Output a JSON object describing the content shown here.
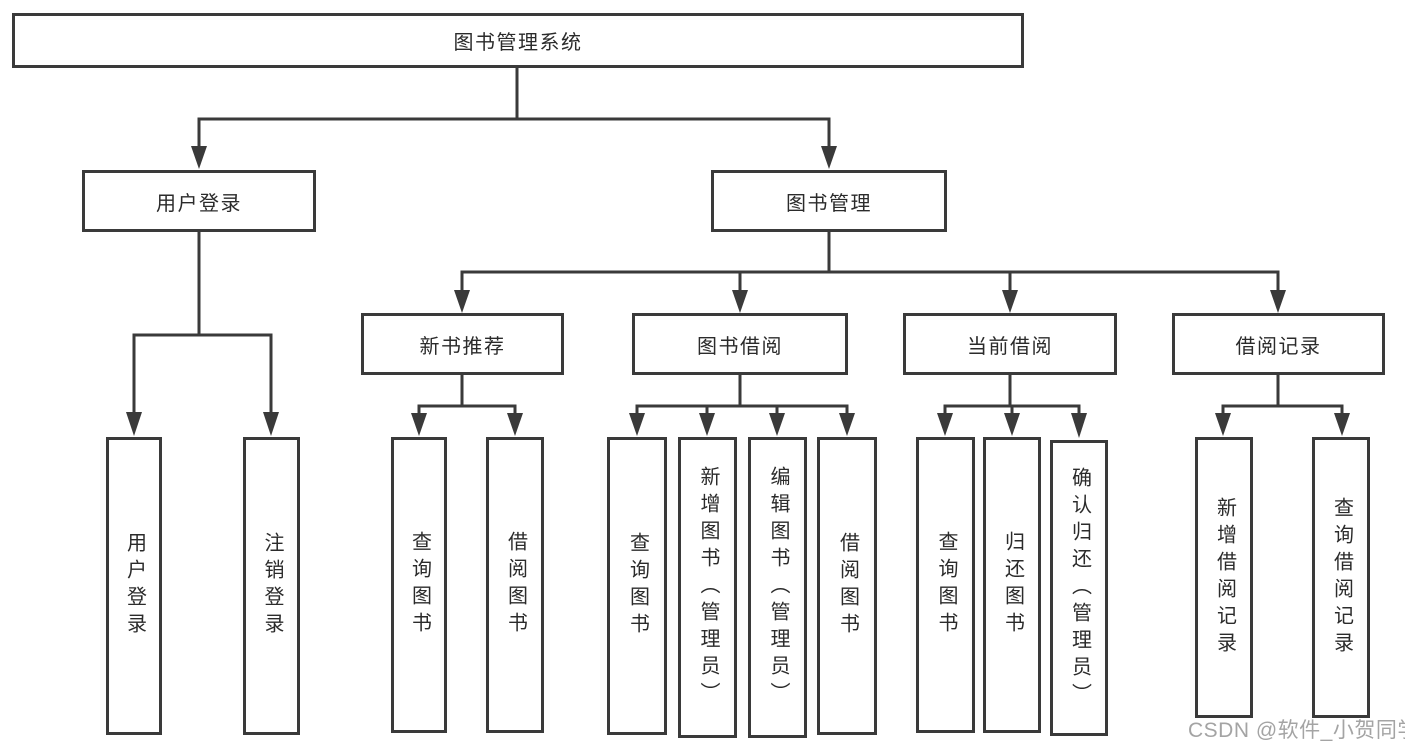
{
  "colors": {
    "line": "#3a3a3a",
    "box_border": "#3a3a3a",
    "text": "#2b2b2b",
    "watermark": "#a4a4a4",
    "background": "#ffffff"
  },
  "watermark": {
    "text": "CSDN @软件_小贺同学"
  },
  "hierarchy": {
    "label": "图书管理系统",
    "children": [
      {
        "label": "用户登录",
        "children": [
          {
            "label": "用户登录"
          },
          {
            "label": "注销登录"
          }
        ]
      },
      {
        "label": "图书管理",
        "children": [
          {
            "label": "新书推荐",
            "children": [
              {
                "label": "查询图书"
              },
              {
                "label": "借阅图书"
              }
            ]
          },
          {
            "label": "图书借阅",
            "children": [
              {
                "label": "查询图书"
              },
              {
                "label": "新增图书（管理员）"
              },
              {
                "label": "编辑图书（管理员）"
              },
              {
                "label": "借阅图书"
              }
            ]
          },
          {
            "label": "当前借阅",
            "children": [
              {
                "label": "查询图书"
              },
              {
                "label": "归还图书"
              },
              {
                "label": "确认归还（管理员）"
              }
            ]
          },
          {
            "label": "借阅记录",
            "children": [
              {
                "label": "新增借阅记录"
              },
              {
                "label": "查询借阅记录"
              }
            ]
          }
        ]
      }
    ]
  }
}
